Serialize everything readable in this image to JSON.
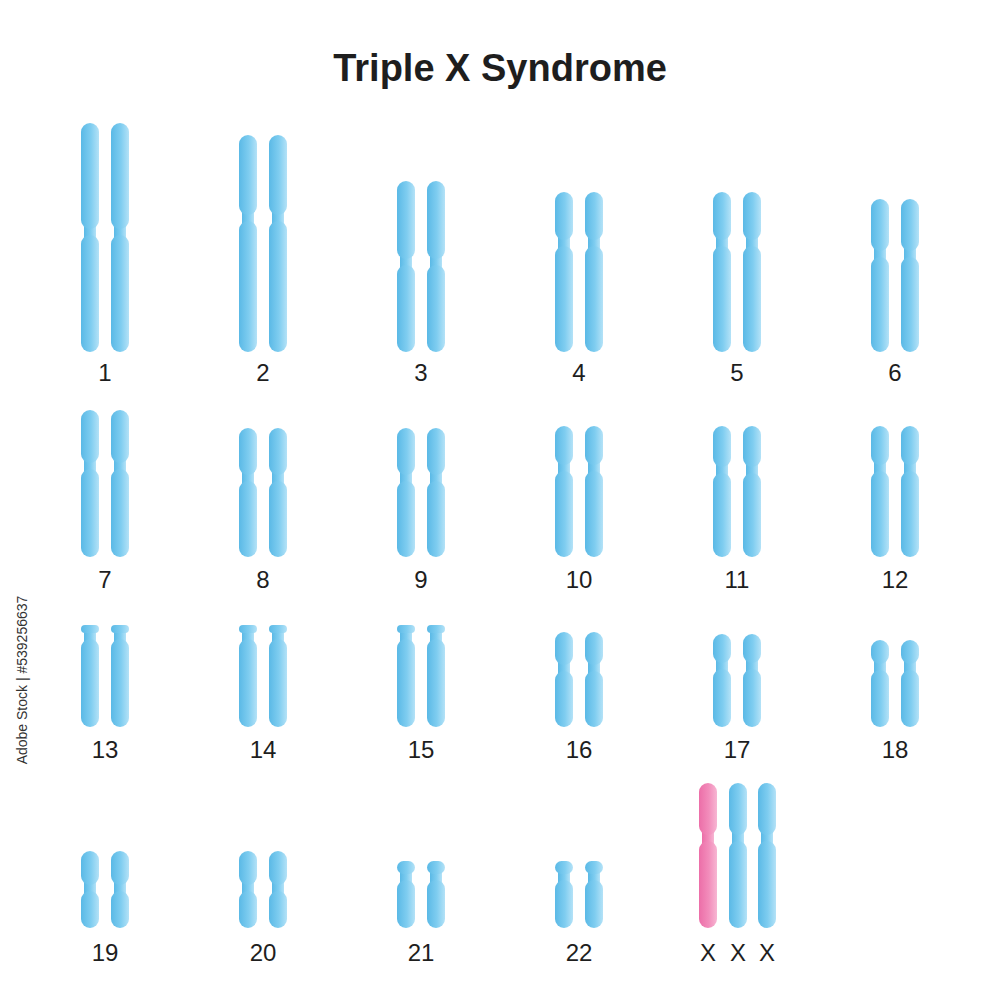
{
  "diagram": {
    "title": "Triple X Syndrome",
    "labels": [
      "1",
      "2",
      "3",
      "4",
      "5",
      "6",
      "7",
      "8",
      "9",
      "10",
      "11",
      "12",
      "13",
      "14",
      "15",
      "16",
      "17",
      "18",
      "19",
      "20",
      "21",
      "22",
      "X",
      "X",
      "X",
      "Adobe Stock | #539256637"
    ]
  }
}
